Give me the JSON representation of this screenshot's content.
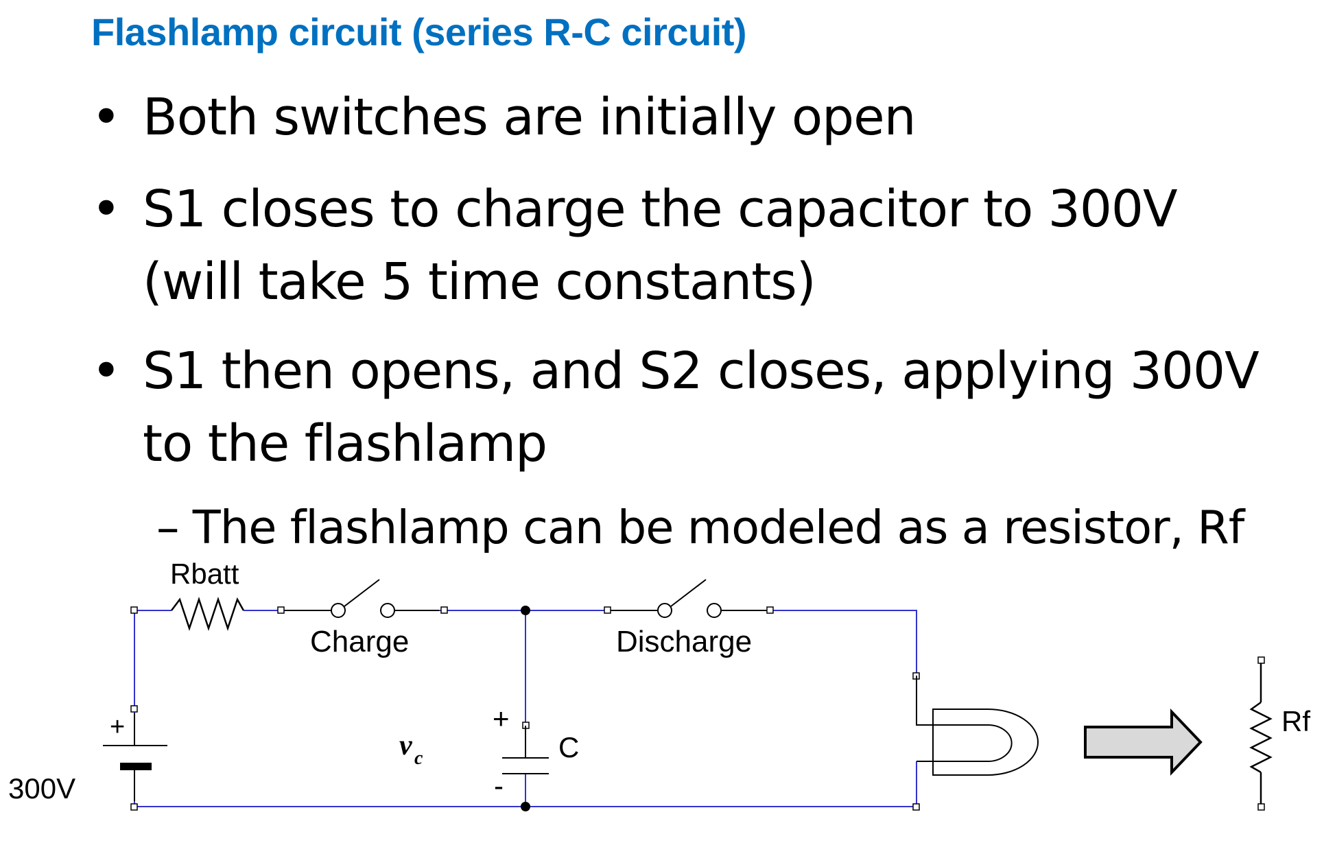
{
  "title": "Flashlamp circuit (series R-C circuit)",
  "bullets": {
    "b1": "Both switches are initially open",
    "b2_line1": "S1 closes to charge the capacitor to 300V",
    "b2_line2": "(will take 5 time constants)",
    "b3_line1": "S1 then opens, and S2 closes, applying 300V",
    "b3_line2": "to the flashlamp",
    "sub1": "– The flashlamp can be modeled as a resistor, Rf",
    "bullet_char": "•"
  },
  "circuit": {
    "rbatt_label": "Rbatt",
    "charge_label": "Charge",
    "discharge_label": "Discharge",
    "source_plus": "+",
    "source_value": "300V",
    "vc_main": "v",
    "vc_sub": "c",
    "cap_plus": "+",
    "cap_minus": "-",
    "cap_label": "C",
    "rf_label": "Rf",
    "wire_color": "#3333cc"
  }
}
